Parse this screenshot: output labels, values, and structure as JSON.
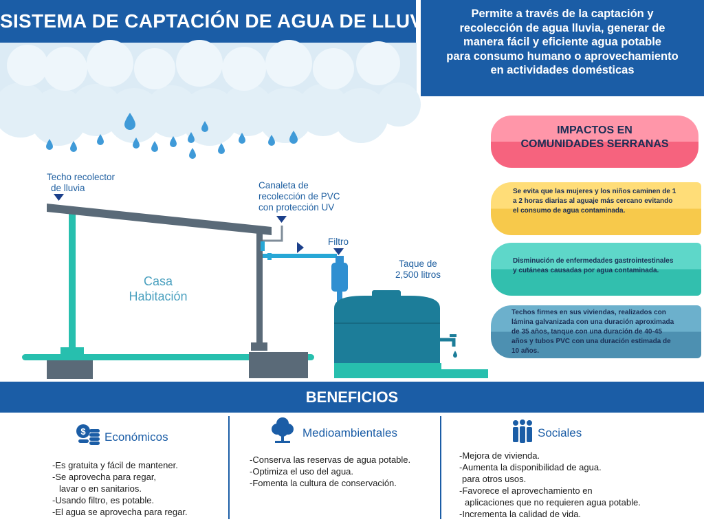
{
  "header": {
    "title": "SISTEMA DE CAPTACIÓN DE AGUA DE LLUVIA",
    "description_lines": [
      "Permite a través de la captación y",
      "recolección de agua lluvia, generar de",
      "manera fácil y eficiente agua potable",
      "para consumo humano o aprovechamiento",
      "en actividades domésticas"
    ]
  },
  "diagram": {
    "roof_label": [
      "Techo recolector",
      "de lluvia"
    ],
    "gutter_label": [
      "Canaleta de",
      "recolección de PVC",
      "con protección UV"
    ],
    "filter_label": "Filtro",
    "tank_label": [
      "Taque de",
      "2,500 litros"
    ],
    "house_label": [
      "Casa",
      "Habitación"
    ]
  },
  "impacts": {
    "title": [
      "IMPACTOS EN",
      "COMUNIDADES SERRANAS"
    ],
    "items": [
      [
        "Se evita que las mujeres y los niños caminen de 1",
        "a 2 horas diarias al aguaje más cercano evitando",
        "el consumo de agua contaminada."
      ],
      [
        "Disminución de enfermedades gastrointestinales",
        "y cutáneas causadas por agua contaminada."
      ],
      [
        "Techos firmes en sus viviendas, realizados con",
        "lámina galvanizada con una duración aproximada",
        "de 35 años, tanque con una duración de 40-45",
        "años y tubos PVC  con una duración estimada de",
        "10 años."
      ]
    ]
  },
  "benefits": {
    "title": "BENEFICIOS",
    "columns": [
      {
        "heading": "Económicos",
        "icon": "coins-icon",
        "items": [
          "-Es gratuita y fácil de mantener.",
          "-Se aprovecha para regar,",
          "  lavar o en sanitarios.",
          "-Usando filtro, es potable.",
          "-El agua se aprovecha para regar."
        ]
      },
      {
        "heading": "Medioambientales",
        "icon": "tree-icon",
        "items": [
          "-Conserva las reservas de agua potable.",
          "-Optimiza el uso del agua.",
          "-Fomenta la cultura de conservación."
        ]
      },
      {
        "heading": "Sociales",
        "icon": "people-icon",
        "items": [
          "-Mejora de vivienda.",
          "-Aumenta la disponibilidad de agua.",
          " para otros usos.",
          "-Favorece el aprovechamiento en",
          "  aplicaciones que no requieren agua potable.",
          "-Incrementa la calidad de vida."
        ]
      }
    ]
  },
  "colors": {
    "primary_blue": "#1b5da6",
    "pink": "#f6637e",
    "yellow": "#f7c94b",
    "teal": "#32bfae",
    "steel_blue": "#4d90b1"
  }
}
